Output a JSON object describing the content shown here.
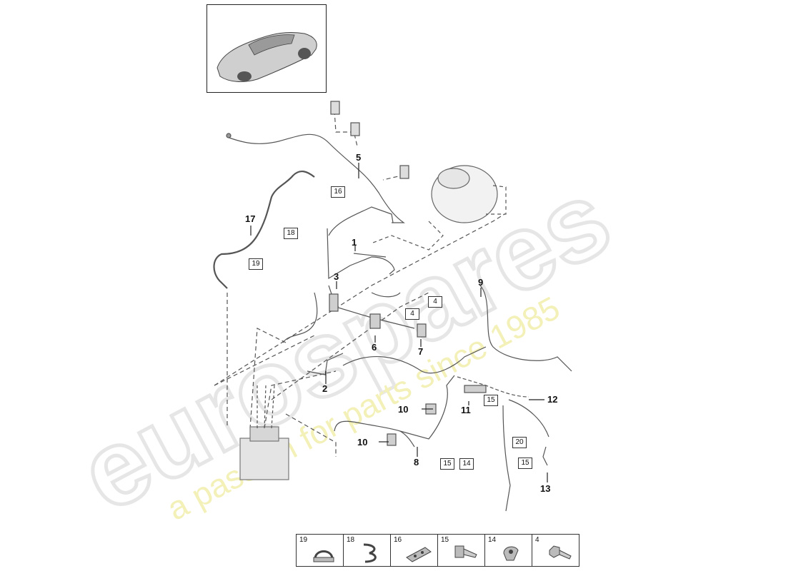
{
  "watermark": {
    "brand": "eurospares",
    "tagline": "a passion for parts since 1985"
  },
  "callouts": [
    "1",
    "2",
    "3",
    "5",
    "6",
    "7",
    "8",
    "9",
    "10",
    "10",
    "11",
    "12",
    "13",
    "17"
  ],
  "boxed_labels": [
    "16",
    "18",
    "19",
    "4",
    "4",
    "15",
    "20",
    "15",
    "15",
    "14"
  ],
  "legend": [
    {
      "num": "19",
      "icon": "clip-icon"
    },
    {
      "num": "18",
      "icon": "bracket-clip-icon"
    },
    {
      "num": "16",
      "icon": "holder-plate-icon"
    },
    {
      "num": "15",
      "icon": "bolt-icon"
    },
    {
      "num": "14",
      "icon": "clamp-icon"
    },
    {
      "num": "4",
      "icon": "hex-bolt-icon"
    }
  ]
}
